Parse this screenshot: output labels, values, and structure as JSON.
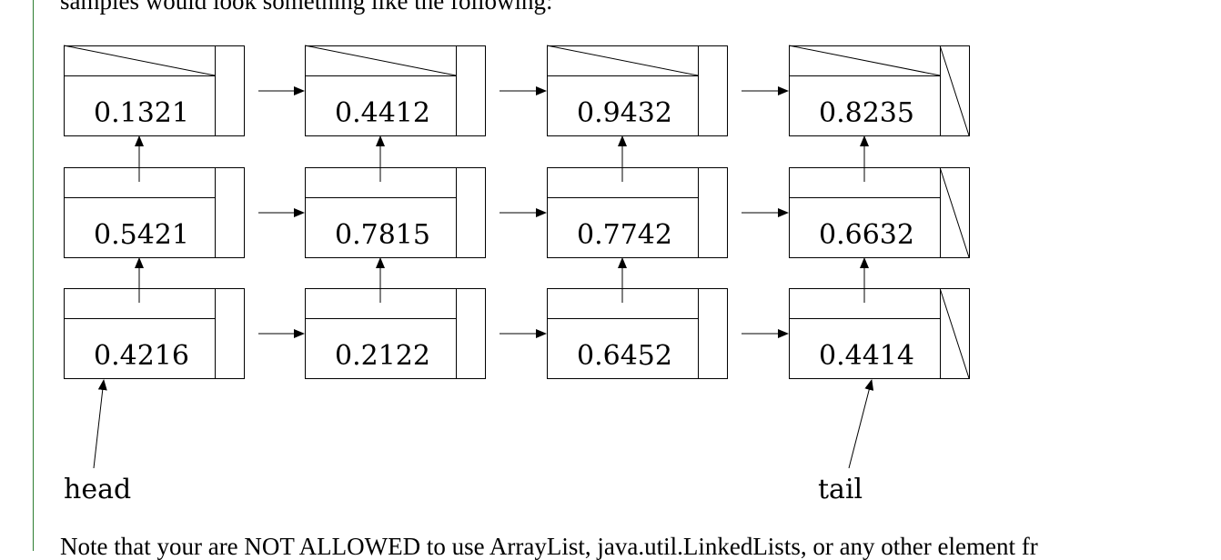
{
  "text": {
    "top_line": "samples would look something like the following:",
    "bottom_line": "Note that your are NOT ALLOWED to use ArrayList, java.util.LinkedLists, or any other element fr"
  },
  "diagram": {
    "rows": [
      [
        "0.1321",
        "0.4412",
        "0.9432",
        "0.8235"
      ],
      [
        "0.5421",
        "0.7815",
        "0.7742",
        "0.6632"
      ],
      [
        "0.4216",
        "0.2122",
        "0.6452",
        "0.4414"
      ]
    ],
    "head_label": "head",
    "tail_label": "tail"
  },
  "colors": {
    "left_rule": "#2e7d32",
    "line": "#000000"
  }
}
